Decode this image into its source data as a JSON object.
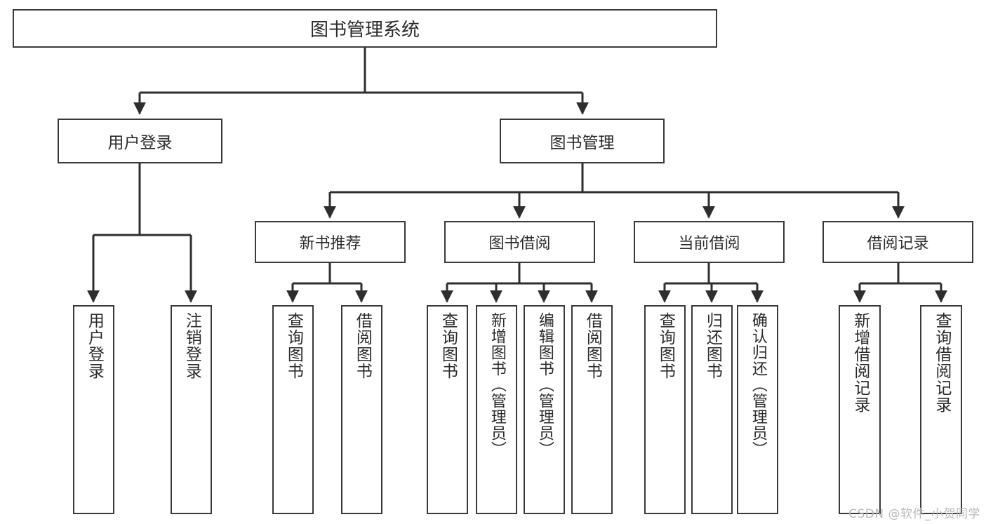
{
  "diagram": {
    "type": "tree",
    "title": "图书管理系统",
    "watermark": "CSDN @软件_小贺同学",
    "colors": {
      "box_border": "#3a3a3a",
      "box_fill": "#ffffff",
      "edge": "#2e2e2e",
      "text": "#2b2b2b",
      "watermark": "#b9b9b9"
    },
    "nodes": {
      "root": {
        "label": "图书管理系统"
      },
      "level1": [
        {
          "label": "用户登录"
        },
        {
          "label": "图书管理"
        }
      ],
      "level2": [
        {
          "label": "新书推荐"
        },
        {
          "label": "图书借阅"
        },
        {
          "label": "当前借阅"
        },
        {
          "label": "借阅记录"
        }
      ],
      "leaves": {
        "user_login": [
          {
            "label": "用户登录"
          },
          {
            "label": "注销登录"
          }
        ],
        "new_book": [
          {
            "label": "查询图书"
          },
          {
            "label": "借阅图书"
          }
        ],
        "book_borrow": [
          {
            "label": "查询图书"
          },
          {
            "label": "新增图书（管理员）"
          },
          {
            "label": "编辑图书（管理员）"
          },
          {
            "label": "借阅图书"
          }
        ],
        "current_borrow": [
          {
            "label": "查询图书"
          },
          {
            "label": "归还图书"
          },
          {
            "label": "确认归还（管理员）"
          }
        ],
        "borrow_record": [
          {
            "label": "新增借阅记录"
          },
          {
            "label": "查询借阅记录"
          }
        ]
      }
    }
  }
}
